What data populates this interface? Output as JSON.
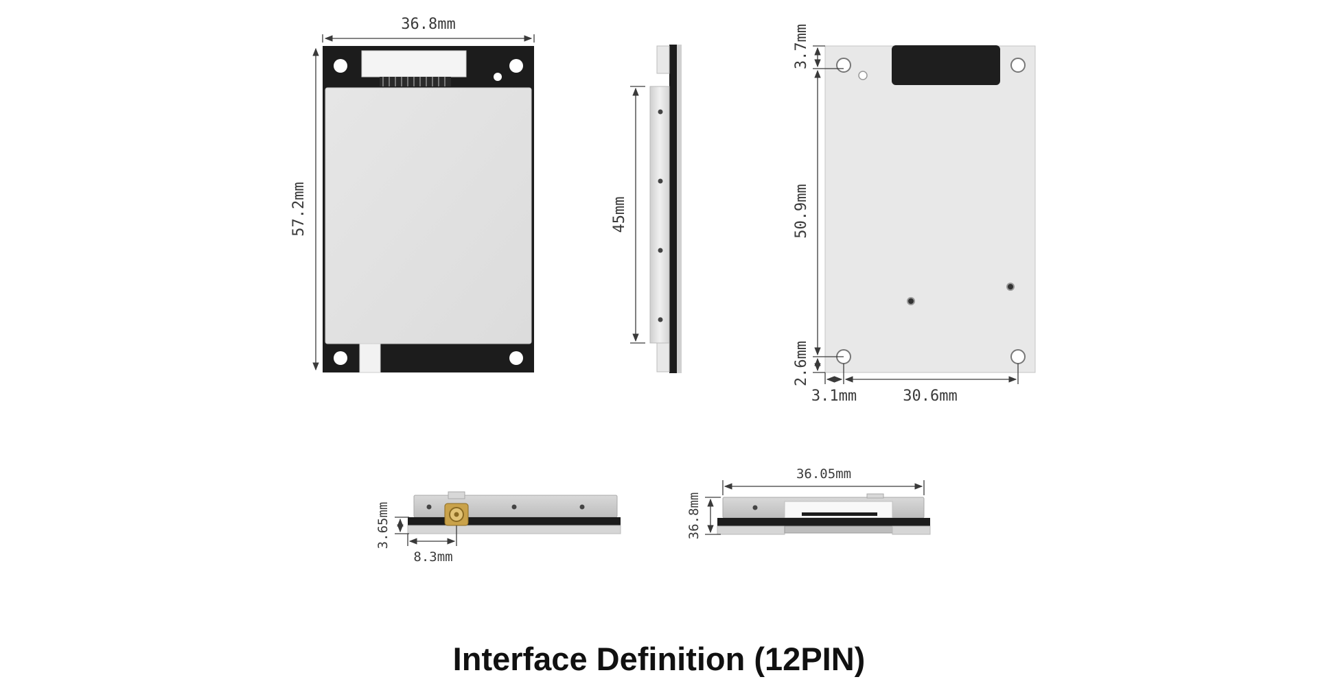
{
  "dimensions": {
    "front_width": "36.8mm",
    "front_height": "57.2mm",
    "side_height": "45mm",
    "back_top_offset": "3.7mm",
    "back_hole_span": "50.9mm",
    "back_bottom_offset": "2.6mm",
    "back_left_offset": "3.1mm",
    "back_hole_width": "30.6mm",
    "bottom_left_thickness": "3.65mm",
    "bottom_left_connector_offset": "8.3mm",
    "bottom_right_width": "36.05mm",
    "bottom_right_thickness": "36.8mm"
  },
  "title": "Interface Definition (12PIN)",
  "colors": {
    "pcb": "#1c1c1c",
    "shield": "#e2e2e2",
    "back_shield": "#e8e8e8",
    "connector": "#f4f4f4",
    "ufl_connector": "#c9a24a"
  }
}
